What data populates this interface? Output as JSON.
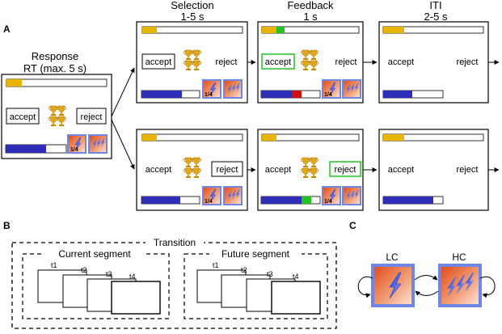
{
  "panel_labels": {
    "a": "A",
    "b": "B",
    "c": "C"
  },
  "phases": {
    "response": {
      "title": "Response",
      "subtitle": "RT (max. 5 s)"
    },
    "selection": {
      "title": "Selection",
      "subtitle": "1-5 s"
    },
    "feedback": {
      "title": "Feedback",
      "subtitle": "1 s"
    },
    "iti": {
      "title": "ITI",
      "subtitle": "2-5 s"
    }
  },
  "options": {
    "accept": "accept",
    "reject": "reject"
  },
  "card_label": "1/4",
  "panel_b": {
    "outer_title": "Transition",
    "current_segment": "Current segment",
    "future_segment": "Future segment",
    "time_labels": [
      "t1",
      "t2",
      "t3",
      "t4"
    ]
  },
  "panel_c": {
    "lc_label": "LC",
    "hc_label": "HC"
  },
  "colors": {
    "progress_bar": "#e8b400",
    "blue_bar": "#2e2eb8",
    "feedback_green": "#22c322",
    "feedback_red": "#d01010",
    "highlight_green": "#22c322",
    "card_border": "#6f86e8",
    "trophy": "#e3a615",
    "lightning": "#2244cc"
  }
}
